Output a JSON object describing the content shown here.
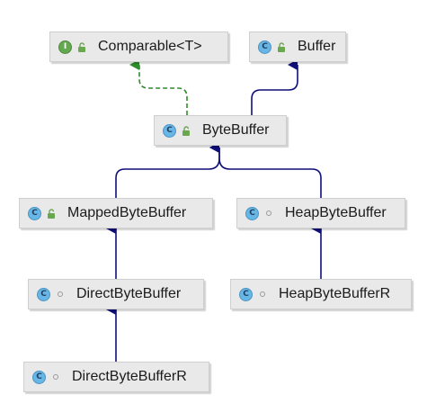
{
  "colors": {
    "extends": "#0f0f7a",
    "implements": "#2e8b2e",
    "class_icon": "#68b6e6",
    "interface_icon": "#62a94f",
    "node_bg": "#e9e9e9"
  },
  "nodes": {
    "comparable": {
      "label": "Comparable<T>",
      "kind": "I",
      "visibility": "public-lock-icon"
    },
    "buffer": {
      "label": "Buffer",
      "kind": "C",
      "visibility": "public-lock-icon"
    },
    "bytebuffer": {
      "label": "ByteBuffer",
      "kind": "C",
      "visibility": "public-lock-icon"
    },
    "mapped": {
      "label": "MappedByteBuffer",
      "kind": "C",
      "visibility": "public-lock-icon"
    },
    "heap": {
      "label": "HeapByteBuffer",
      "kind": "C",
      "visibility": "package-private-dot-icon"
    },
    "direct": {
      "label": "DirectByteBuffer",
      "kind": "C",
      "visibility": "package-private-dot-icon"
    },
    "heapr": {
      "label": "HeapByteBufferR",
      "kind": "C",
      "visibility": "package-private-dot-icon"
    },
    "directr": {
      "label": "DirectByteBufferR",
      "kind": "C",
      "visibility": "package-private-dot-icon"
    }
  },
  "edges": [
    {
      "from": "bytebuffer",
      "to": "comparable",
      "relation": "implements"
    },
    {
      "from": "bytebuffer",
      "to": "buffer",
      "relation": "extends"
    },
    {
      "from": "mapped",
      "to": "bytebuffer",
      "relation": "extends"
    },
    {
      "from": "heap",
      "to": "bytebuffer",
      "relation": "extends"
    },
    {
      "from": "direct",
      "to": "mapped",
      "relation": "extends"
    },
    {
      "from": "heapr",
      "to": "heap",
      "relation": "extends"
    },
    {
      "from": "directr",
      "to": "direct",
      "relation": "extends"
    }
  ]
}
